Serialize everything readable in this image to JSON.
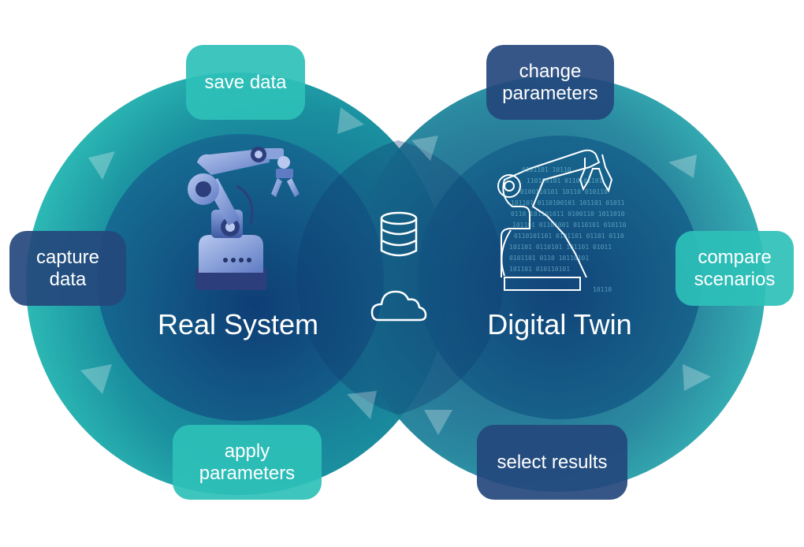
{
  "left_circle": {
    "title": "Real System"
  },
  "right_circle": {
    "title": "Digital Twin"
  },
  "steps": {
    "save_data": "save data",
    "change_parameters": "change\nparameters",
    "capture_data": "capture\ndata",
    "compare_scenarios": "compare\nscenarios",
    "apply_parameters": "apply\nparameters",
    "select_results": "select results"
  },
  "colors": {
    "teal": "#2ec0b8",
    "navy": "#24487c",
    "circle_dark": "#10457a",
    "circle_light": "#1ea8aa"
  },
  "icons": [
    "robot-arm-icon",
    "database-icon",
    "cloud-icon",
    "wireframe-robot-icon"
  ]
}
